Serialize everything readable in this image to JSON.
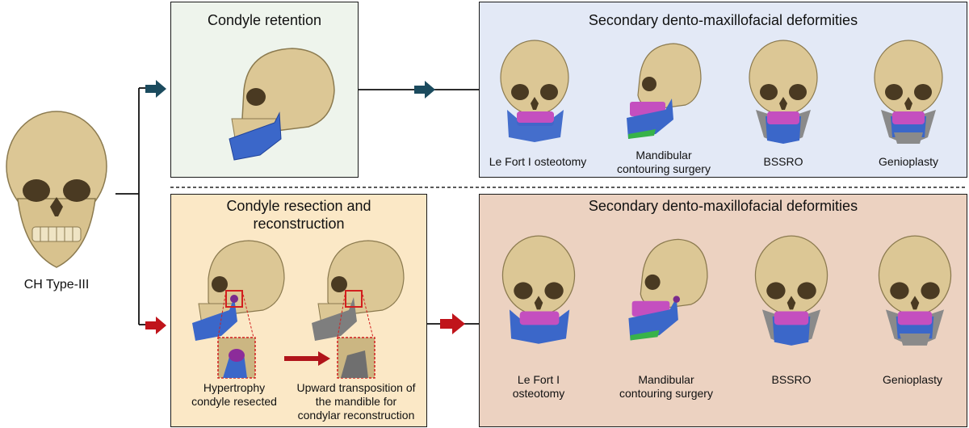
{
  "source": {
    "label": "CH Type-III"
  },
  "top": {
    "left_title": "Condyle retention",
    "right_title": "Secondary dento-maxillofacial deformities",
    "procedures": [
      "Le Fort I osteotomy",
      "Mandibular\ncontouring surgery",
      "BSSRO",
      "Genioplasty"
    ]
  },
  "bottom": {
    "left_title": "Condyle resection and\nreconstruction",
    "step1_label": "Hypertrophy\ncondyle resected",
    "step2_label": "Upward transposition of\nthe mandible for\ncondylar reconstruction",
    "right_title": "Secondary dento-maxillofacial deformities",
    "procedures": [
      "Le Fort I\nosteotomy",
      "Mandibular\ncontouring surgery",
      "BSSRO",
      "Genioplasty"
    ]
  },
  "colors": {
    "top_left_bg": "#eef4ec",
    "top_right_bg": "#e3e9f6",
    "bottom_left_bg": "#fbe8c6",
    "bottom_right_bg": "#ecd2c1",
    "bone": "#dcc795",
    "mandible": "#3b67c9",
    "maxilla": "#c44fbf",
    "top_arrow": "#1b4b5e",
    "bottom_arrow": "#c0141b"
  }
}
